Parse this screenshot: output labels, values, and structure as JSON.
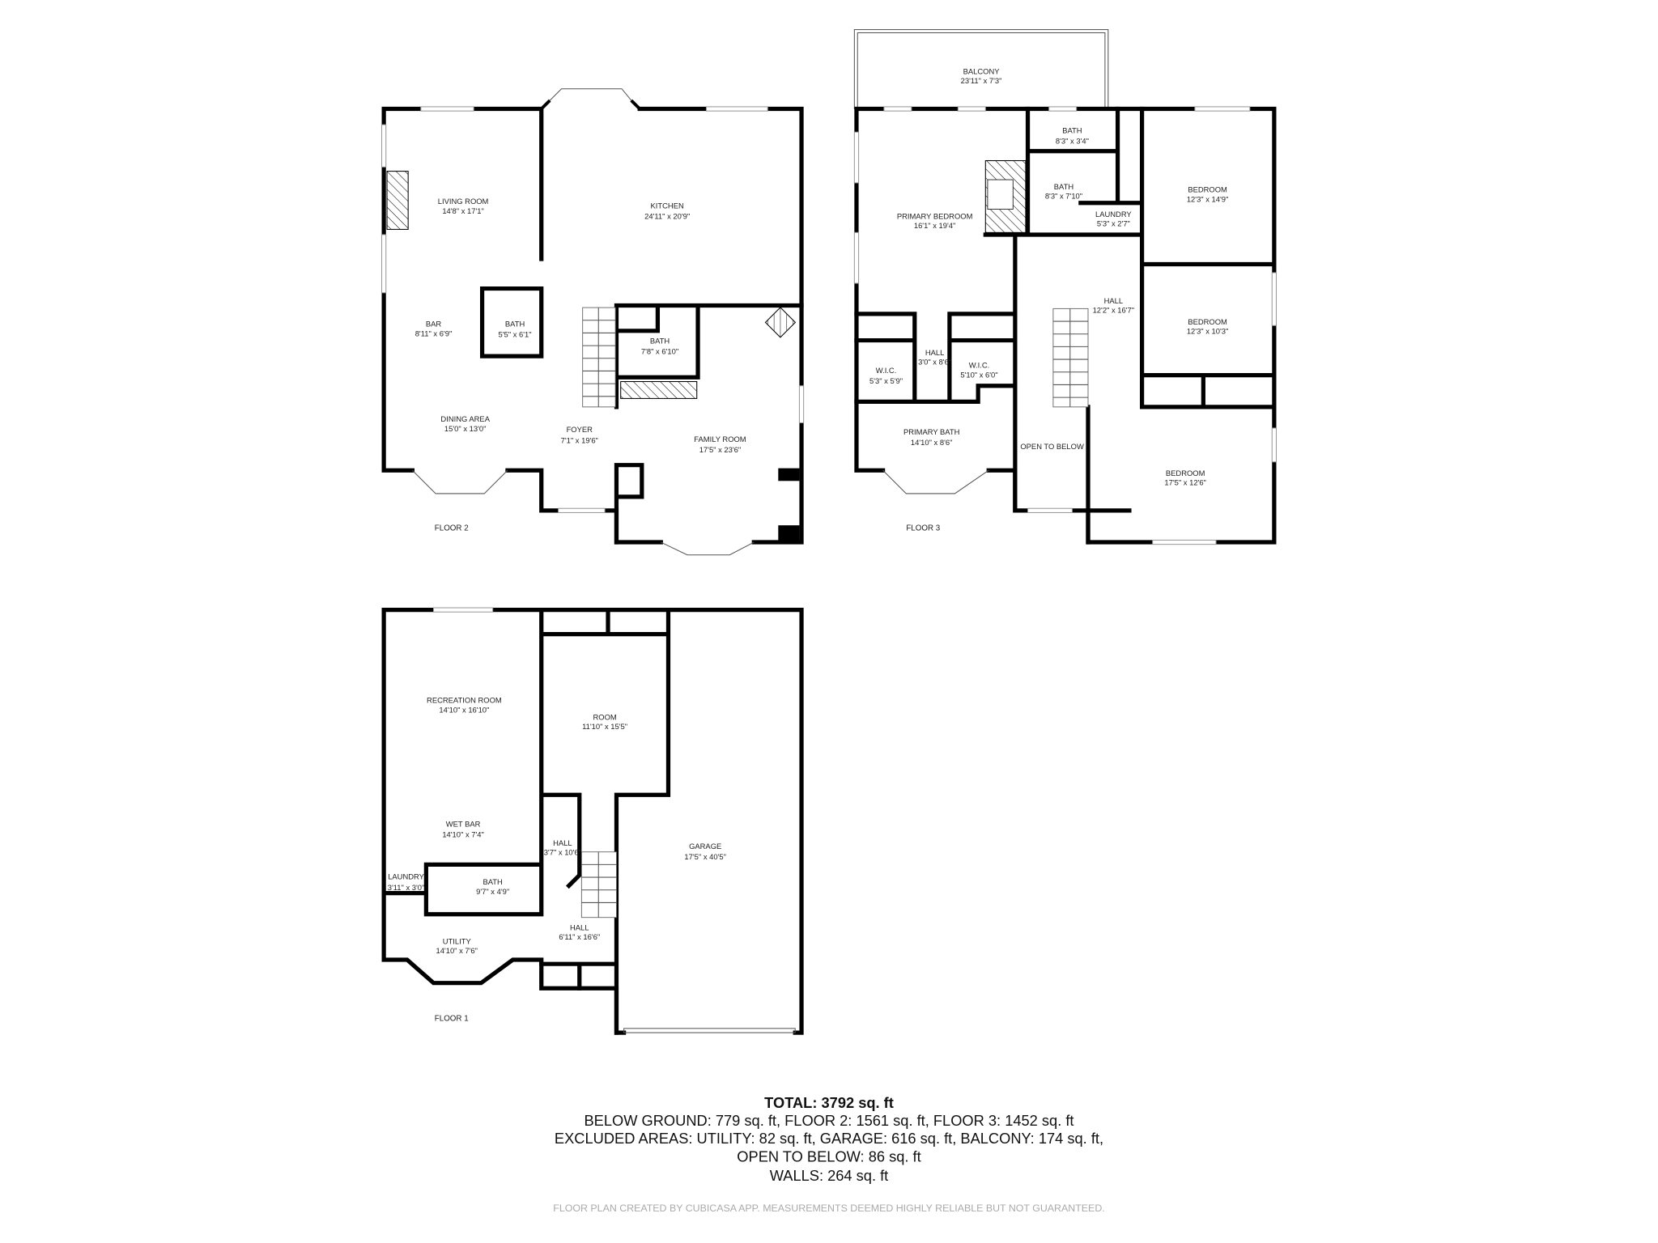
{
  "floor2": {
    "label": "FLOOR 2",
    "rooms": [
      {
        "name": "LIVING ROOM",
        "dim": "14'8\" x 17'1\""
      },
      {
        "name": "KITCHEN",
        "dim": "24'11\" x 20'9\""
      },
      {
        "name": "BAR",
        "dim": "8'11\" x 6'9\""
      },
      {
        "name": "BATH",
        "dim": "5'5\" x 6'1\""
      },
      {
        "name": "BATH",
        "dim": "7'8\" x 6'10\""
      },
      {
        "name": "DINING AREA",
        "dim": "15'0\" x 13'0\""
      },
      {
        "name": "FOYER",
        "dim": "7'1\" x 19'6\""
      },
      {
        "name": "FAMILY ROOM",
        "dim": "17'5\" x 23'6\""
      }
    ]
  },
  "floor3": {
    "label": "FLOOR 3",
    "rooms": [
      {
        "name": "BALCONY",
        "dim": "23'11\" x 7'3\""
      },
      {
        "name": "PRIMARY BEDROOM",
        "dim": "16'1\" x 19'4\""
      },
      {
        "name": "BATH",
        "dim": "8'3\" x 3'4\""
      },
      {
        "name": "BATH",
        "dim": "8'3\" x 7'10\""
      },
      {
        "name": "LAUNDRY",
        "dim": "5'3\" x 2'7\""
      },
      {
        "name": "BEDROOM",
        "dim": "12'3\" x 14'9\""
      },
      {
        "name": "HALL",
        "dim": "12'2\" x 16'7\""
      },
      {
        "name": "BEDROOM",
        "dim": "12'3\" x 10'3\""
      },
      {
        "name": "HALL",
        "dim": "3'0\" x 8'6\""
      },
      {
        "name": "W.I.C.",
        "dim": "5'3\" x 5'9\""
      },
      {
        "name": "W.I.C.",
        "dim": "5'10\" x 6'0\""
      },
      {
        "name": "PRIMARY BATH",
        "dim": "14'10\" x 8'6\""
      },
      {
        "name": "OPEN TO BELOW",
        "dim": ""
      },
      {
        "name": "BEDROOM",
        "dim": "17'5\" x 12'6\""
      }
    ]
  },
  "floor1": {
    "label": "FLOOR 1",
    "rooms": [
      {
        "name": "RECREATION ROOM",
        "dim": "14'10\" x 16'10\""
      },
      {
        "name": "ROOM",
        "dim": "11'10\" x 15'5\""
      },
      {
        "name": "WET BAR",
        "dim": "14'10\" x 7'4\""
      },
      {
        "name": "HALL",
        "dim": "3'7\" x 10'6\""
      },
      {
        "name": "GARAGE",
        "dim": "17'5\" x 40'5\""
      },
      {
        "name": "LAUNDRY",
        "dim": "3'11\" x 3'0\""
      },
      {
        "name": "BATH",
        "dim": "9'7\" x 4'9\""
      },
      {
        "name": "UTILITY",
        "dim": "14'10\" x 7'6\""
      },
      {
        "name": "HALL",
        "dim": "6'11\" x 16'6\""
      }
    ]
  },
  "summary": {
    "total": "TOTAL: 3792 sq. ft",
    "lines": [
      "BELOW GROUND: 779 sq. ft, FLOOR 2: 1561 sq. ft, FLOOR 3: 1452 sq. ft",
      "EXCLUDED AREAS: UTILITY: 82 sq. ft, GARAGE: 616 sq. ft, BALCONY: 174 sq. ft,",
      "OPEN TO BELOW: 86 sq. ft",
      "WALLS: 264 sq. ft"
    ],
    "disclaimer": "FLOOR PLAN CREATED BY CUBICASA APP. MEASUREMENTS DEEMED HIGHLY RELIABLE BUT NOT GUARANTEED."
  },
  "colors": {
    "walls": "#000000",
    "disclaimer": "#aaaaaa"
  }
}
